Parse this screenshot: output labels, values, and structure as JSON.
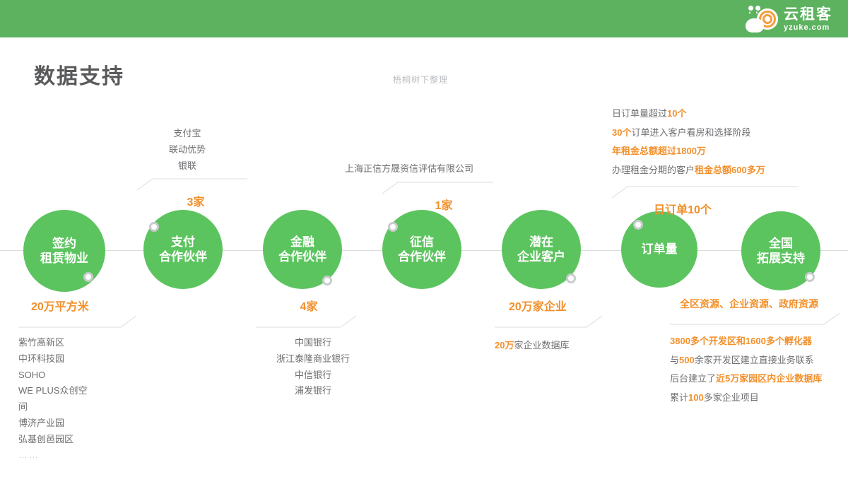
{
  "header": {
    "brand_cn": "云租客",
    "brand_en": "yzuke.com",
    "bar_color": "#5cb25f"
  },
  "page": {
    "title": "数据支持",
    "watermark": "梧桐树下整理",
    "accent_orange": "#f2902c",
    "node_green": "#5cc45f"
  },
  "timeline": {
    "nodes": [
      {
        "id": "signed-property",
        "lines": [
          "签约",
          "租赁物业"
        ]
      },
      {
        "id": "payment-partner",
        "lines": [
          "支付",
          "合作伙伴"
        ]
      },
      {
        "id": "finance-partner",
        "lines": [
          "金融",
          "合作伙伴"
        ]
      },
      {
        "id": "credit-partner",
        "lines": [
          "征信",
          "合作伙伴"
        ]
      },
      {
        "id": "potential-enterprise",
        "lines": [
          "潜在",
          "企业客户"
        ]
      },
      {
        "id": "order-volume",
        "lines": [
          "订单量"
        ]
      },
      {
        "id": "national-expansion",
        "lines": [
          "全国",
          "拓展支持"
        ]
      }
    ]
  },
  "callouts": {
    "signed_property": {
      "headline": "20万平方米",
      "items": [
        "紫竹高新区",
        "中环科技园",
        "SOHO",
        "WE  PLUS众创空",
        "间",
        "博济产业园",
        "弘基创邑园区",
        "……"
      ]
    },
    "payment_partner": {
      "headline": "3家",
      "items": [
        "支付宝",
        "联动优势",
        "银联"
      ]
    },
    "finance_partner": {
      "headline": "4家",
      "items": [
        "中国银行",
        "浙江泰隆商业银行",
        "中信银行",
        "浦发银行"
      ]
    },
    "credit_partner": {
      "headline": "1家",
      "items": [
        "上海正信方晟资信评估有限公司"
      ]
    },
    "potential_enterprise": {
      "headline": "20万家企业",
      "detail_prefix_orange": "20万",
      "detail_rest": "家企业数据库"
    },
    "order_volume": {
      "headline": "日订单10个",
      "details": [
        {
          "parts": [
            {
              "t": "日订单量超过",
              "o": false
            },
            {
              "t": "10个",
              "o": true
            }
          ]
        },
        {
          "parts": [
            {
              "t": "30个",
              "o": true
            },
            {
              "t": "订单进入客户看房和选择阶段",
              "o": false
            }
          ]
        },
        {
          "parts": [
            {
              "t": "年租金总额超过1800万",
              "o": true
            }
          ]
        },
        {
          "parts": [
            {
              "t": "办理租金分期的客户",
              "o": false
            },
            {
              "t": "租金总额600多万",
              "o": true
            }
          ]
        }
      ]
    },
    "national_expansion": {
      "headline": "全区资源、企业资源、政府资源",
      "details": [
        {
          "parts": [
            {
              "t": "3800多个开发区和1600多个孵化器",
              "o": true
            }
          ]
        },
        {
          "parts": [
            {
              "t": "与",
              "o": false
            },
            {
              "t": "500",
              "o": true
            },
            {
              "t": "余家开发区建立直接业务联系",
              "o": false
            }
          ]
        },
        {
          "parts": [
            {
              "t": "后台建立了",
              "o": false
            },
            {
              "t": "近5万家园区内企业数据库",
              "o": true
            }
          ]
        },
        {
          "parts": [
            {
              "t": "累计",
              "o": false
            },
            {
              "t": "100",
              "o": true
            },
            {
              "t": "多家企业项目",
              "o": false
            }
          ]
        }
      ]
    }
  }
}
